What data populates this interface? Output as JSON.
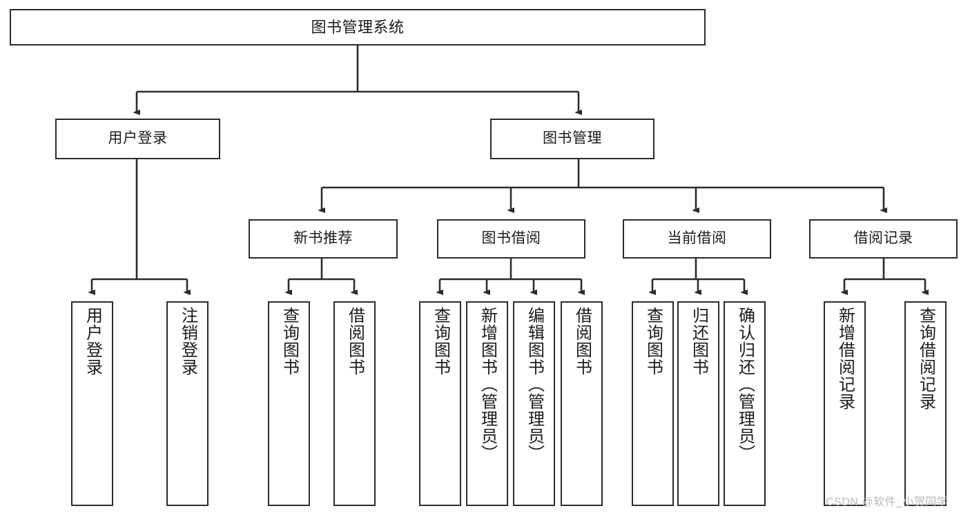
{
  "diagram": {
    "title": "图书管理系统",
    "type": "hierarchy-tree",
    "levels": [
      {
        "level": 1,
        "nodes": [
          {
            "id": "root",
            "label": "图书管理系统",
            "orientation": "horizontal"
          }
        ]
      },
      {
        "level": 2,
        "nodes": [
          {
            "id": "user-login",
            "label": "用户登录",
            "orientation": "horizontal"
          },
          {
            "id": "book-manage",
            "label": "图书管理",
            "orientation": "horizontal"
          }
        ]
      },
      {
        "level": 3,
        "nodes": [
          {
            "id": "new-book-recommend",
            "label": "新书推荐",
            "orientation": "horizontal"
          },
          {
            "id": "book-borrow",
            "label": "图书借阅",
            "orientation": "horizontal"
          },
          {
            "id": "current-borrow",
            "label": "当前借阅",
            "orientation": "horizontal"
          },
          {
            "id": "borrow-record",
            "label": "借阅记录",
            "orientation": "horizontal"
          }
        ]
      },
      {
        "level": 4,
        "nodes": [
          {
            "id": "leaf-user-login",
            "label": "用户登录",
            "orientation": "vertical",
            "parent": "user-login"
          },
          {
            "id": "leaf-logout",
            "label": "注销登录",
            "orientation": "vertical",
            "parent": "user-login"
          },
          {
            "id": "leaf-query-book-1",
            "label": "查询图书",
            "orientation": "vertical",
            "parent": "new-book-recommend"
          },
          {
            "id": "leaf-borrow-book-1",
            "label": "借阅图书",
            "orientation": "vertical",
            "parent": "new-book-recommend"
          },
          {
            "id": "leaf-query-book-2",
            "label": "查询图书",
            "orientation": "vertical",
            "parent": "book-borrow"
          },
          {
            "id": "leaf-add-book",
            "label": "新增图书（管理员）",
            "orientation": "vertical",
            "parent": "book-borrow"
          },
          {
            "id": "leaf-edit-book",
            "label": "编辑图书（管理员）",
            "orientation": "vertical",
            "parent": "book-borrow"
          },
          {
            "id": "leaf-borrow-book-2",
            "label": "借阅图书",
            "orientation": "vertical",
            "parent": "book-borrow"
          },
          {
            "id": "leaf-query-book-3",
            "label": "查询图书",
            "orientation": "vertical",
            "parent": "current-borrow"
          },
          {
            "id": "leaf-return-book",
            "label": "归还图书",
            "orientation": "vertical",
            "parent": "current-borrow"
          },
          {
            "id": "leaf-confirm-return",
            "label": "确认归还（管理员）",
            "orientation": "vertical",
            "parent": "current-borrow"
          },
          {
            "id": "leaf-add-record",
            "label": "新增借阅记录",
            "orientation": "vertical",
            "parent": "borrow-record"
          },
          {
            "id": "leaf-query-record",
            "label": "查询借阅记录",
            "orientation": "vertical",
            "parent": "borrow-record"
          }
        ]
      }
    ],
    "colors": {
      "stroke": "#2b2b2b",
      "fill": "#ffffff",
      "text": "#1b1b1b",
      "watermark": "#b9b9b9"
    }
  },
  "watermark": {
    "text": "CSDN @软件_小贺同学"
  }
}
